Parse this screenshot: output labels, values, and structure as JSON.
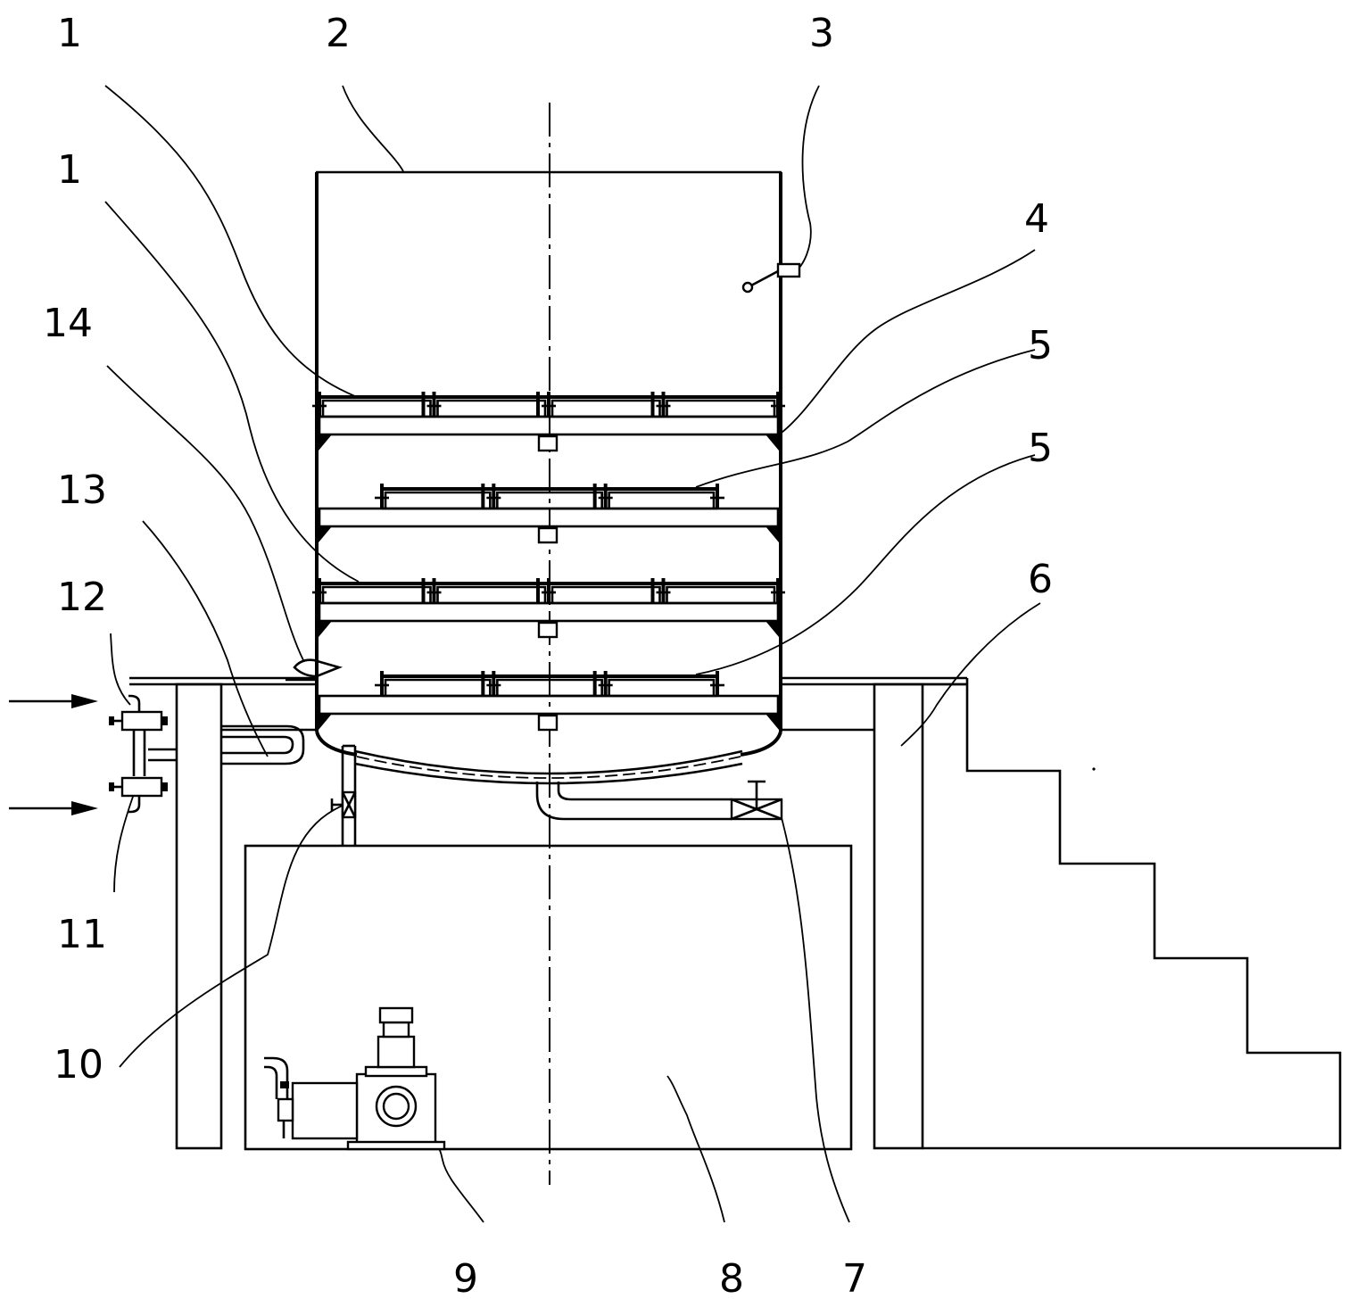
{
  "labels": {
    "l1a": "1",
    "l2": "2",
    "l3": "3",
    "l1b": "1",
    "l14": "14",
    "l4": "4",
    "l5a": "5",
    "l13": "13",
    "l5b": "5",
    "l12": "12",
    "l6": "6",
    "l11": "11",
    "l10": "10",
    "l9": "9",
    "l8": "8",
    "l7": "7"
  }
}
